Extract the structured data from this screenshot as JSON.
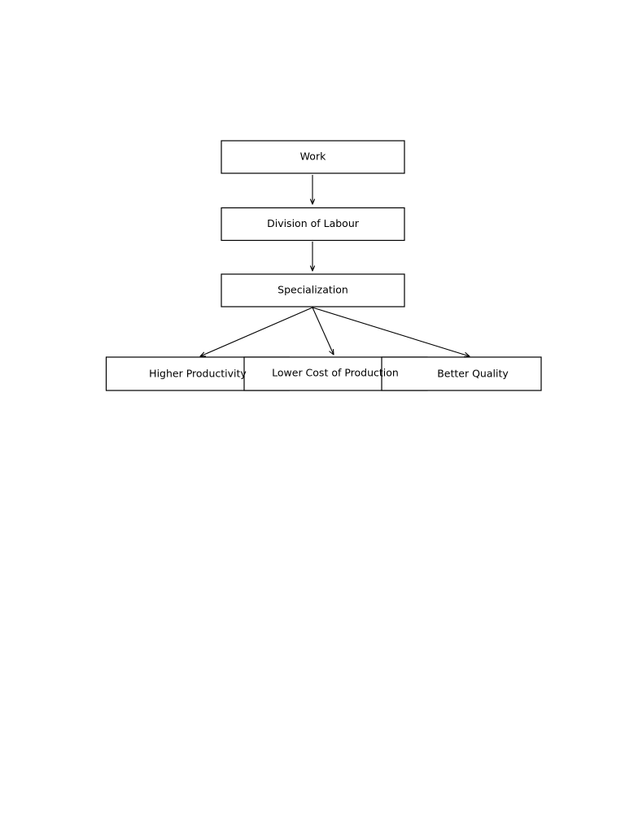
{
  "diagram": {
    "nodes": [
      {
        "id": "work",
        "label": "Work"
      },
      {
        "id": "division",
        "label": "Division of Labour"
      },
      {
        "id": "specialization",
        "label": "Specialization"
      },
      {
        "id": "productivity",
        "label": "Higher Productivity"
      },
      {
        "id": "cost",
        "label": "Lower Cost of Production"
      },
      {
        "id": "quality",
        "label": "Better Quality"
      }
    ],
    "edges": [
      {
        "from": "work",
        "to": "division"
      },
      {
        "from": "division",
        "to": "specialization"
      },
      {
        "from": "specialization",
        "to": "productivity"
      },
      {
        "from": "specialization",
        "to": "cost"
      },
      {
        "from": "specialization",
        "to": "quality"
      }
    ]
  }
}
